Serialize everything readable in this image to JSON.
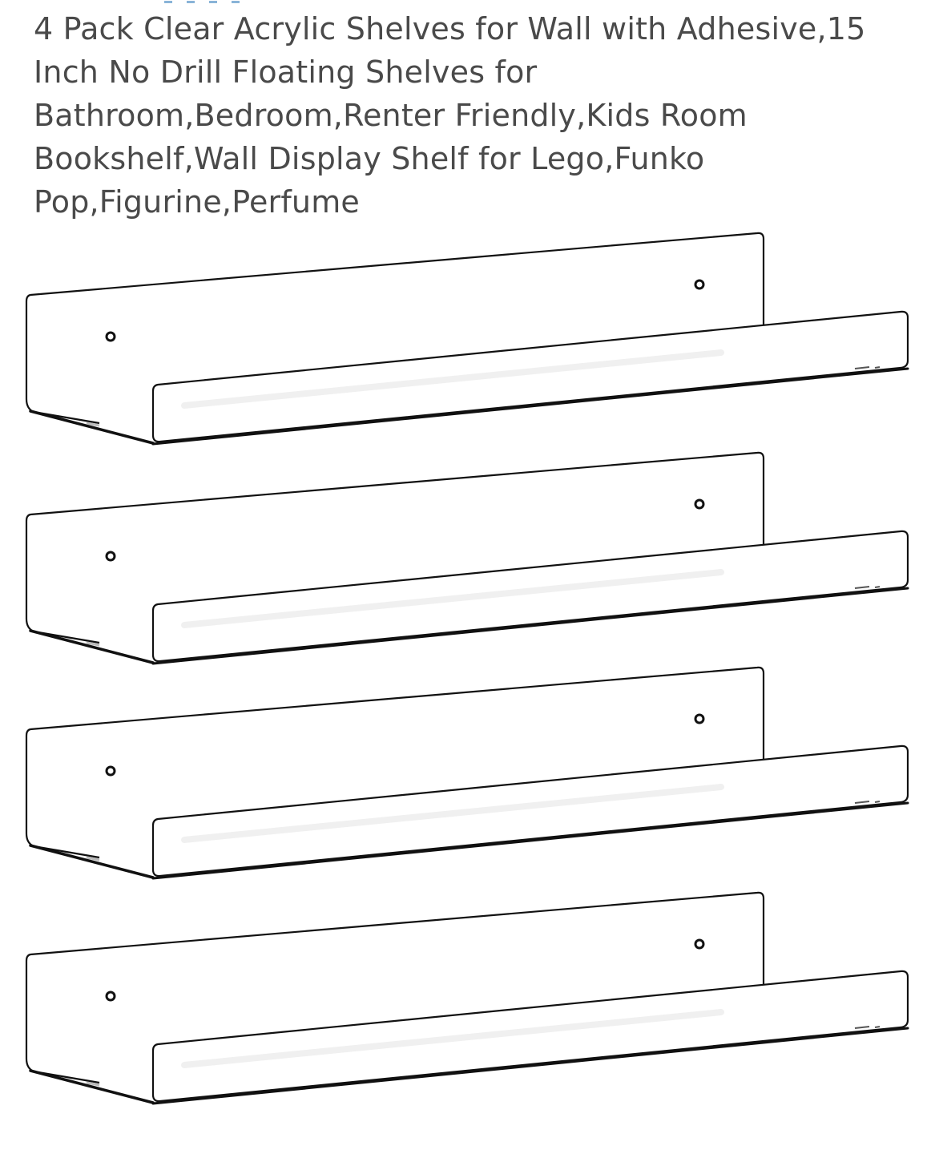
{
  "product": {
    "title": "4 Pack Clear Acrylic Shelves for Wall with Adhesive,15 Inch No Drill Floating Shelves for Bathroom,Bedroom,Renter Friendly,Kids Room Bookshelf,Wall Display Shelf for Lego,Funko Pop,Figurine,Perfume",
    "image": {
      "subject": "shelf-illustration",
      "shelf_count": 4
    }
  },
  "colors": {
    "title_text": "#4a4a4a",
    "line": "#111111",
    "background": "#ffffff",
    "partial_link": "#2a76b8"
  }
}
